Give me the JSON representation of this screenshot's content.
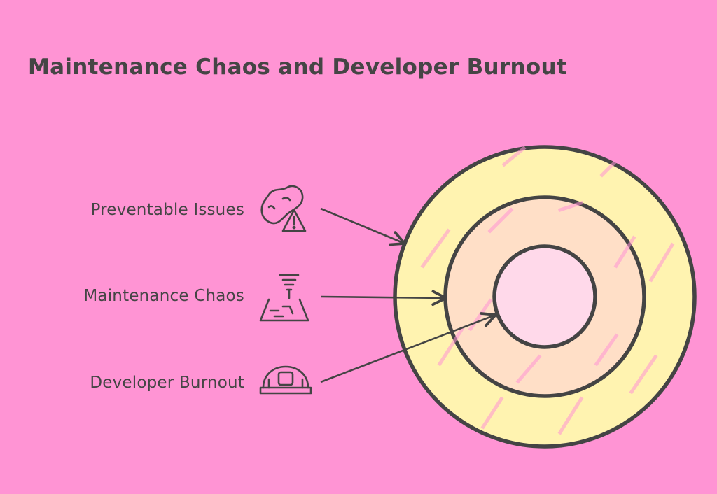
{
  "title": "Maintenance Chaos and Developer Burnout",
  "layers": [
    {
      "label": "Preventable Issues",
      "icon": "peanut-warning-icon"
    },
    {
      "label": "Maintenance Chaos",
      "icon": "tornado-map-icon"
    },
    {
      "label": "Developer Burnout",
      "icon": "hard-hat-icon"
    }
  ],
  "colors": {
    "background": "#ff94d4",
    "outer_ring": "#fff3b0",
    "middle_ring": "#ffdfc7",
    "inner_circle": "#ffd9ea",
    "stroke": "#444444"
  }
}
